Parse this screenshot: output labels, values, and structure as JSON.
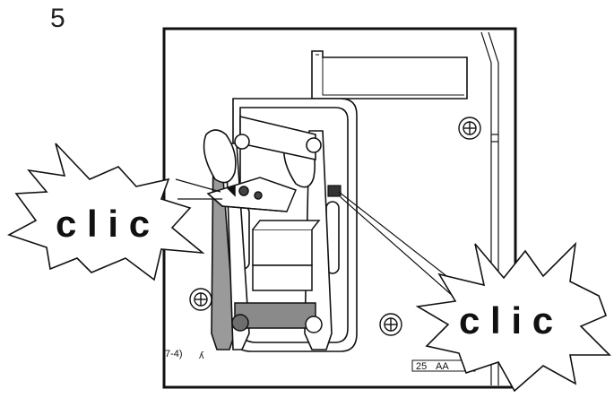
{
  "step_number": "5",
  "callouts": {
    "left": {
      "text": "c l i c"
    },
    "right": {
      "text": "c l i c"
    }
  },
  "panel_marks": {
    "bottom_left": "7-4)",
    "bottom_left_symbol": "ʎ",
    "bottom_right_label": "25",
    "bottom_right_code": "AA"
  }
}
